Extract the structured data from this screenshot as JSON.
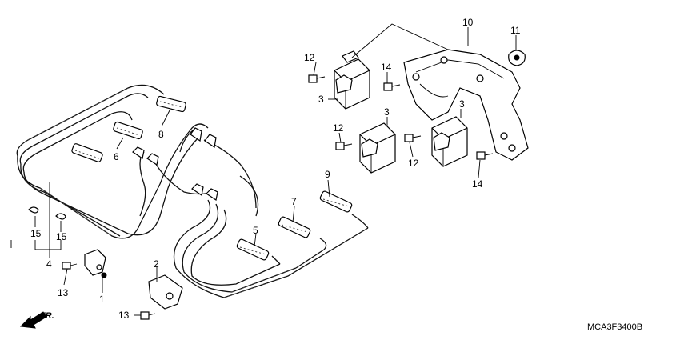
{
  "callouts": {
    "c1": "1",
    "c2": "2",
    "c3a": "3",
    "c3b": "3",
    "c3c": "3",
    "c4": "4",
    "c5": "5",
    "c6": "6",
    "c7": "7",
    "c8": "8",
    "c9": "9",
    "c10": "10",
    "c11": "11",
    "c12a": "12",
    "c12b": "12",
    "c12c": "12",
    "c13a": "13",
    "c13b": "13",
    "c14a": "14",
    "c14b": "14",
    "c15a": "15",
    "c15b": "15"
  },
  "direction_label": "FR.",
  "diagram_code": "MCA3F3400B",
  "colors": {
    "line": "#000000",
    "background": "#ffffff"
  }
}
